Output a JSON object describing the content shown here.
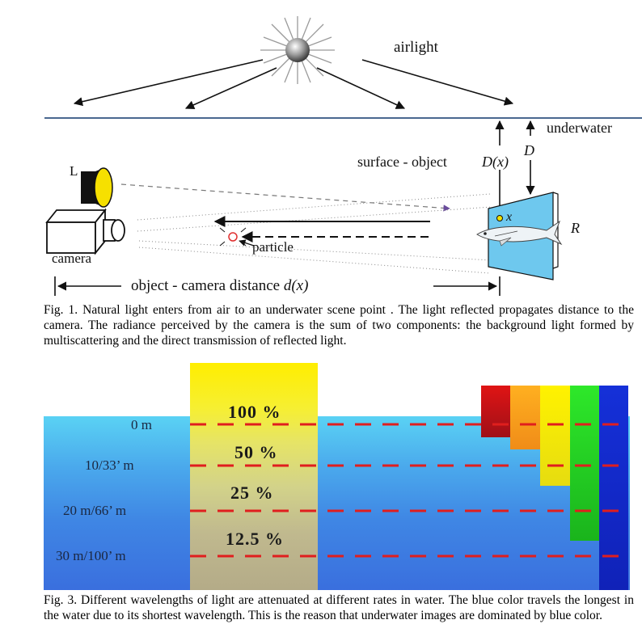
{
  "fig1": {
    "labels": {
      "airlight": "airlight",
      "underwater": "underwater",
      "surface_object": "surface - object",
      "D_of_x": "D(x)",
      "D": "D",
      "L": "L",
      "x": "x",
      "R": "R",
      "camera": "camera",
      "particle": "particle",
      "distance": "object - camera distance",
      "d_of_x": "d(x)"
    },
    "caption": "Fig. 1. Natural light enters from air to an underwater scene point . The light reflected propagates distance to the camera. The radiance perceived by the camera is the sum of two components: the background light formed by multiscattering and the direct transmission of reflected light."
  },
  "fig3": {
    "depths": [
      {
        "label": "0 m",
        "percent": "100 %"
      },
      {
        "label": "10/33’ m",
        "percent": "50 %"
      },
      {
        "label": "20 m/66’ m",
        "percent": "25 %"
      },
      {
        "label": "30 m/100’ m",
        "percent": "12.5 %"
      }
    ],
    "color_bars": [
      {
        "color": "#c8141e",
        "name": "red"
      },
      {
        "color": "#f0a020",
        "name": "orange"
      },
      {
        "color": "#f0e020",
        "name": "yellow"
      },
      {
        "color": "#22c21e",
        "name": "green"
      },
      {
        "color": "#1528c8",
        "name": "blue"
      }
    ],
    "caption": "Fig. 3. Different wavelengths of light are attenuated at different rates in water. The blue color travels the longest in the water due to its shortest wavelength. This is the reason that underwater images are dominated by blue color."
  }
}
